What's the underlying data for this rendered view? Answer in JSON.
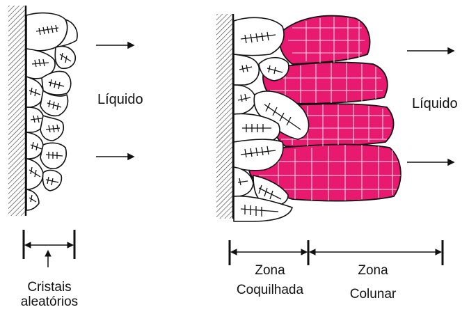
{
  "labels": {
    "liquid_left": "Líquido",
    "liquid_right": "Líquido",
    "random_line1": "Cristais",
    "random_line2": "aleatórios",
    "chill_line1": "Zona",
    "chill_line2": "Coquilhada",
    "columnar_line1": "Zona",
    "columnar_line2": "Colunar"
  },
  "colors": {
    "columnar_fill": "#e8196f",
    "line": "#111111",
    "background": "#ffffff"
  }
}
